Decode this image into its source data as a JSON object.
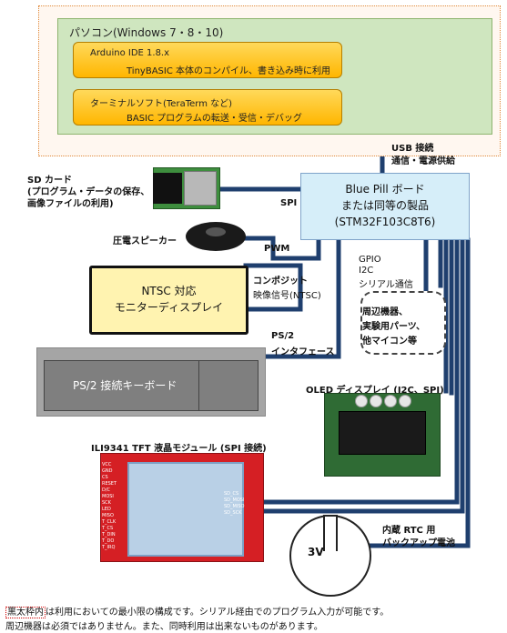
{
  "pc": {
    "title": "パソコン(Windows 7・8・10)",
    "software": [
      {
        "line1": "Arduino IDE 1.8.x",
        "line2": "TinyBASIC 本体のコンパイル、書き込み時に利用"
      },
      {
        "line1": "ターミナルソフト(TeraTerm など)",
        "line2": "BASIC プログラムの転送・受信・デバッグ"
      }
    ]
  },
  "usb": {
    "line1": "USB 接続",
    "line2": "通信・電源供給"
  },
  "blue_pill": {
    "line1": "Blue Pill ボード",
    "line2": "または同等の製品",
    "line3": "(STM32F103C8T6)"
  },
  "sd": {
    "line1": "SD カード",
    "line2": "(プログラム・データの保存、",
    "line3": "画像ファイルの利用)",
    "bus": "SPI"
  },
  "speaker": {
    "label": "圧電スピーカー",
    "bus": "PWM"
  },
  "ntsc": {
    "line1": "NTSC 対応",
    "line2": "モニターディスプレイ",
    "bus_line1": "コンポジット",
    "bus_line2": "映像信号(NTSC)"
  },
  "gpio": {
    "line1": "GPIO",
    "line2": "I2C",
    "line3": "シリアル通信"
  },
  "peripherals": {
    "line1": "周辺機器、",
    "line2": "実験用パーツ、",
    "line3": "他マイコン等"
  },
  "keyboard": {
    "label": "PS/2 接続キーボード",
    "bus_line1": "PS/2",
    "bus_line2": "インタフェース"
  },
  "oled": {
    "label": "OLED ディスプレイ (I2C、SPI)"
  },
  "tft": {
    "label": "ILI9341 TFT 液晶モジュール (SPI 接続)",
    "pins_left": [
      "VCC",
      "GND",
      "CS",
      "RESET",
      "D/C",
      "MOSI",
      "SCK",
      "LED",
      "MISO",
      "T_CLK",
      "T_CS",
      "T_DIN",
      "T_DO",
      "T_IRQ"
    ],
    "pins_right": [
      "SD_CS",
      "SD_MOSI",
      "SD_MISO",
      "SD_SCK"
    ]
  },
  "rtc": {
    "label_line1": "内蔵 RTC 用",
    "label_line2": "バックアップ電池",
    "battery": "3V"
  },
  "notes": {
    "boxed": "黒太枠内",
    "line1_rest": "は利用においての最小限の構成です。シリアル経由でのプログラム入力が可能です。",
    "line2": "周辺機器は必須ではありません。また、同時利用は出来ないものがあります。"
  },
  "colors": {
    "wire": "#1f3f6e",
    "pc_bg": "#cfe6bf",
    "software_box": "#ffc000",
    "blue_pill_bg": "#d6eef9",
    "tft_board": "#d51f24",
    "oled_board": "#2f6b34"
  }
}
